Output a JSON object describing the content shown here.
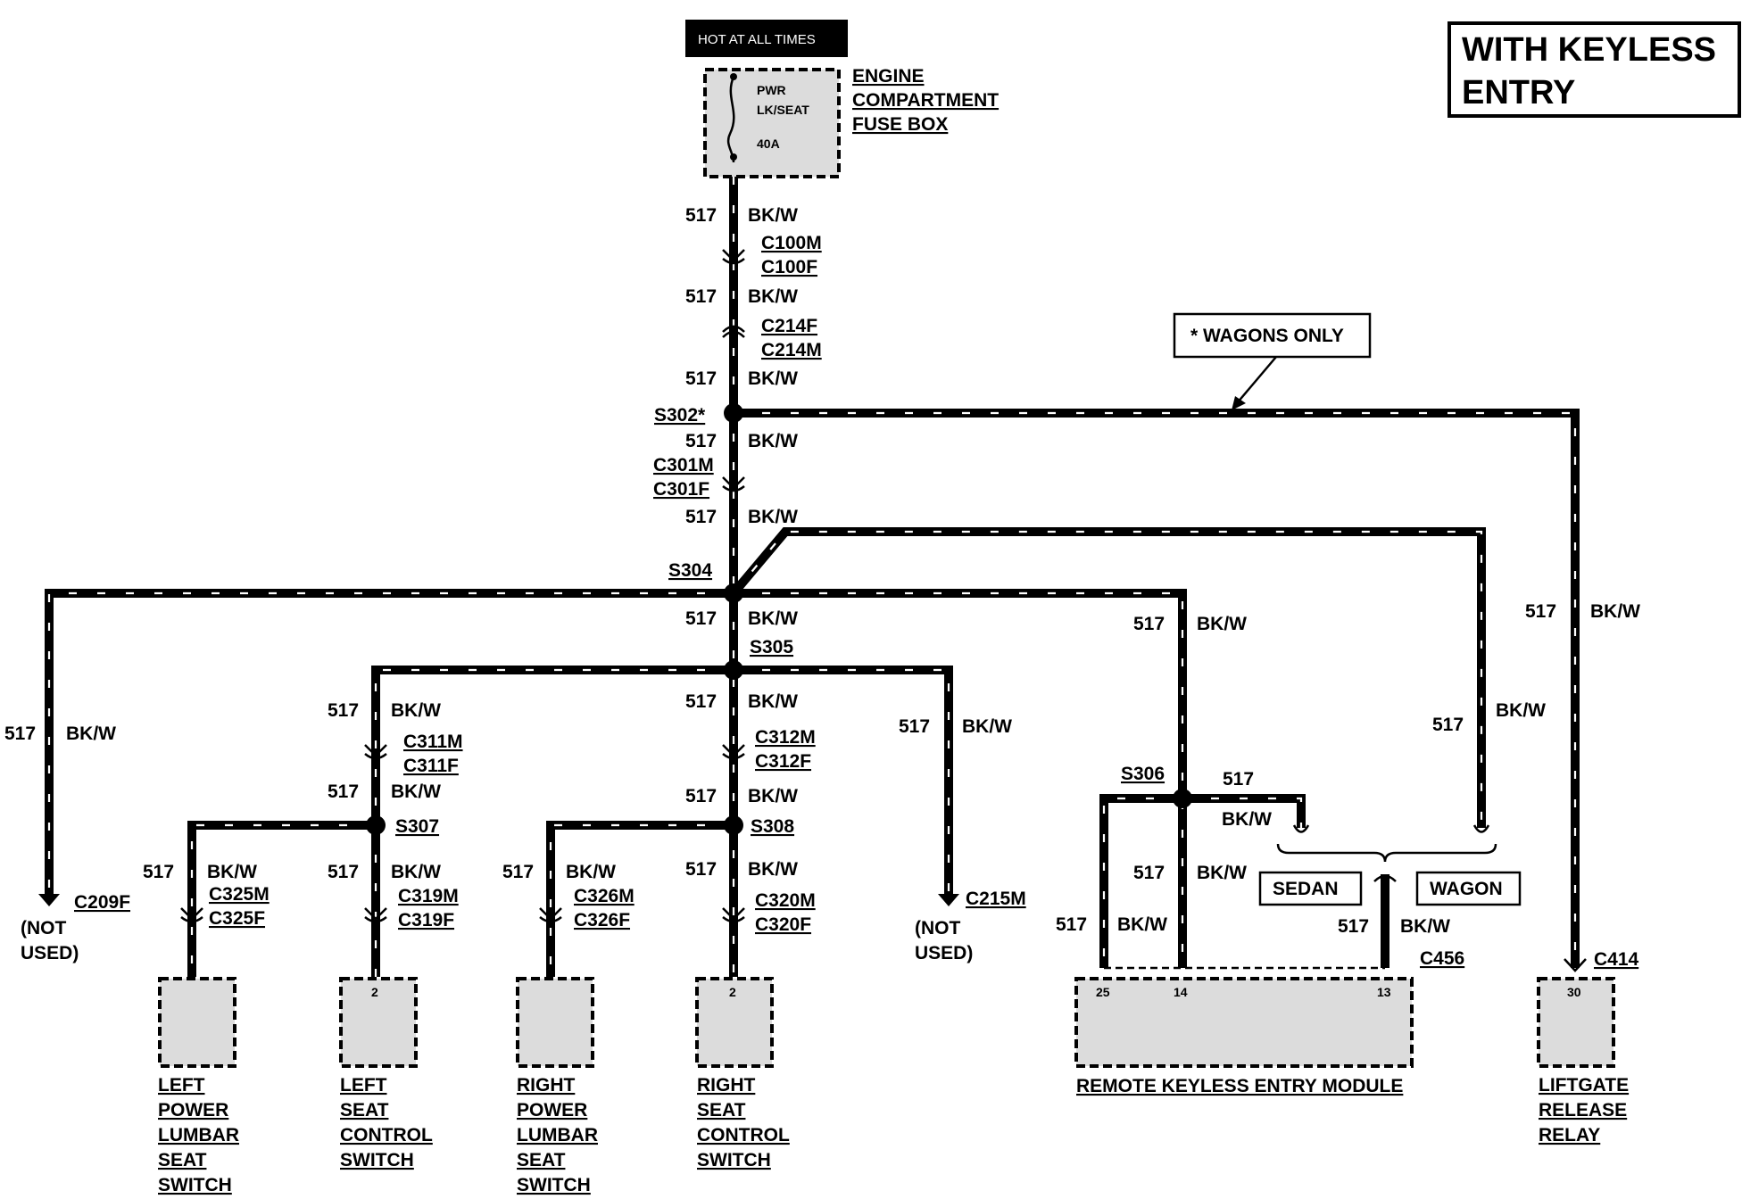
{
  "header": {
    "title": "WITH KEYLESS ENTRY",
    "title_line1": "WITH KEYLESS",
    "title_line2": "ENTRY"
  },
  "power": {
    "hot_label": "HOT AT ALL TIMES",
    "fuse_line1": "PWR",
    "fuse_line2": "LK/SEAT",
    "fuse_rating": "40A"
  },
  "fuse_box": {
    "line1": "ENGINE",
    "line2": "COMPARTMENT",
    "line3": "FUSE BOX"
  },
  "wire": {
    "circuit": "517",
    "color": "BK/W"
  },
  "connectors": {
    "c100m": "C100M",
    "c100f": "C100F",
    "c214f": "C214F",
    "c214m": "C214M",
    "c301m": "C301M",
    "c301f": "C301F",
    "c311m": "C311M",
    "c311f": "C311F",
    "c312m": "C312M",
    "c312f": "C312F",
    "c325m": "C325M",
    "c325f": "C325F",
    "c319m": "C319M",
    "c319f": "C319F",
    "c326m": "C326M",
    "c326f": "C326F",
    "c320m": "C320M",
    "c320f": "C320F",
    "c209f": "C209F",
    "c215m": "C215M",
    "c456": "C456",
    "c414": "C414"
  },
  "splices": {
    "s302": "S302*",
    "s304": "S304",
    "s305": "S305",
    "s306": "S306",
    "s307": "S307",
    "s308": "S308"
  },
  "notes": {
    "wagons_only": "* WAGONS ONLY",
    "not_line1": "(NOT",
    "not_line2": "USED)",
    "sedan": "SEDAN",
    "wagon": "WAGON"
  },
  "pins": {
    "lsc": "2",
    "rsc": "2",
    "rke_25": "25",
    "rke_14": "14",
    "rke_13": "13",
    "relay_30": "30"
  },
  "components": {
    "left_lumbar": [
      "LEFT",
      "POWER",
      "LUMBAR",
      "SEAT",
      "SWITCH"
    ],
    "left_seat": [
      "LEFT",
      "SEAT",
      "CONTROL",
      "SWITCH"
    ],
    "right_lumbar": [
      "RIGHT",
      "POWER",
      "LUMBAR",
      "SEAT",
      "SWITCH"
    ],
    "right_seat": [
      "RIGHT",
      "SEAT",
      "CONTROL",
      "SWITCH"
    ],
    "rke_module": "REMOTE KEYLESS ENTRY MODULE",
    "liftgate_relay": [
      "LIFTGATE",
      "RELEASE",
      "RELAY"
    ]
  },
  "colors": {
    "ink": "#000000",
    "fill": "#dcdcdc",
    "paper": "#ffffff"
  }
}
